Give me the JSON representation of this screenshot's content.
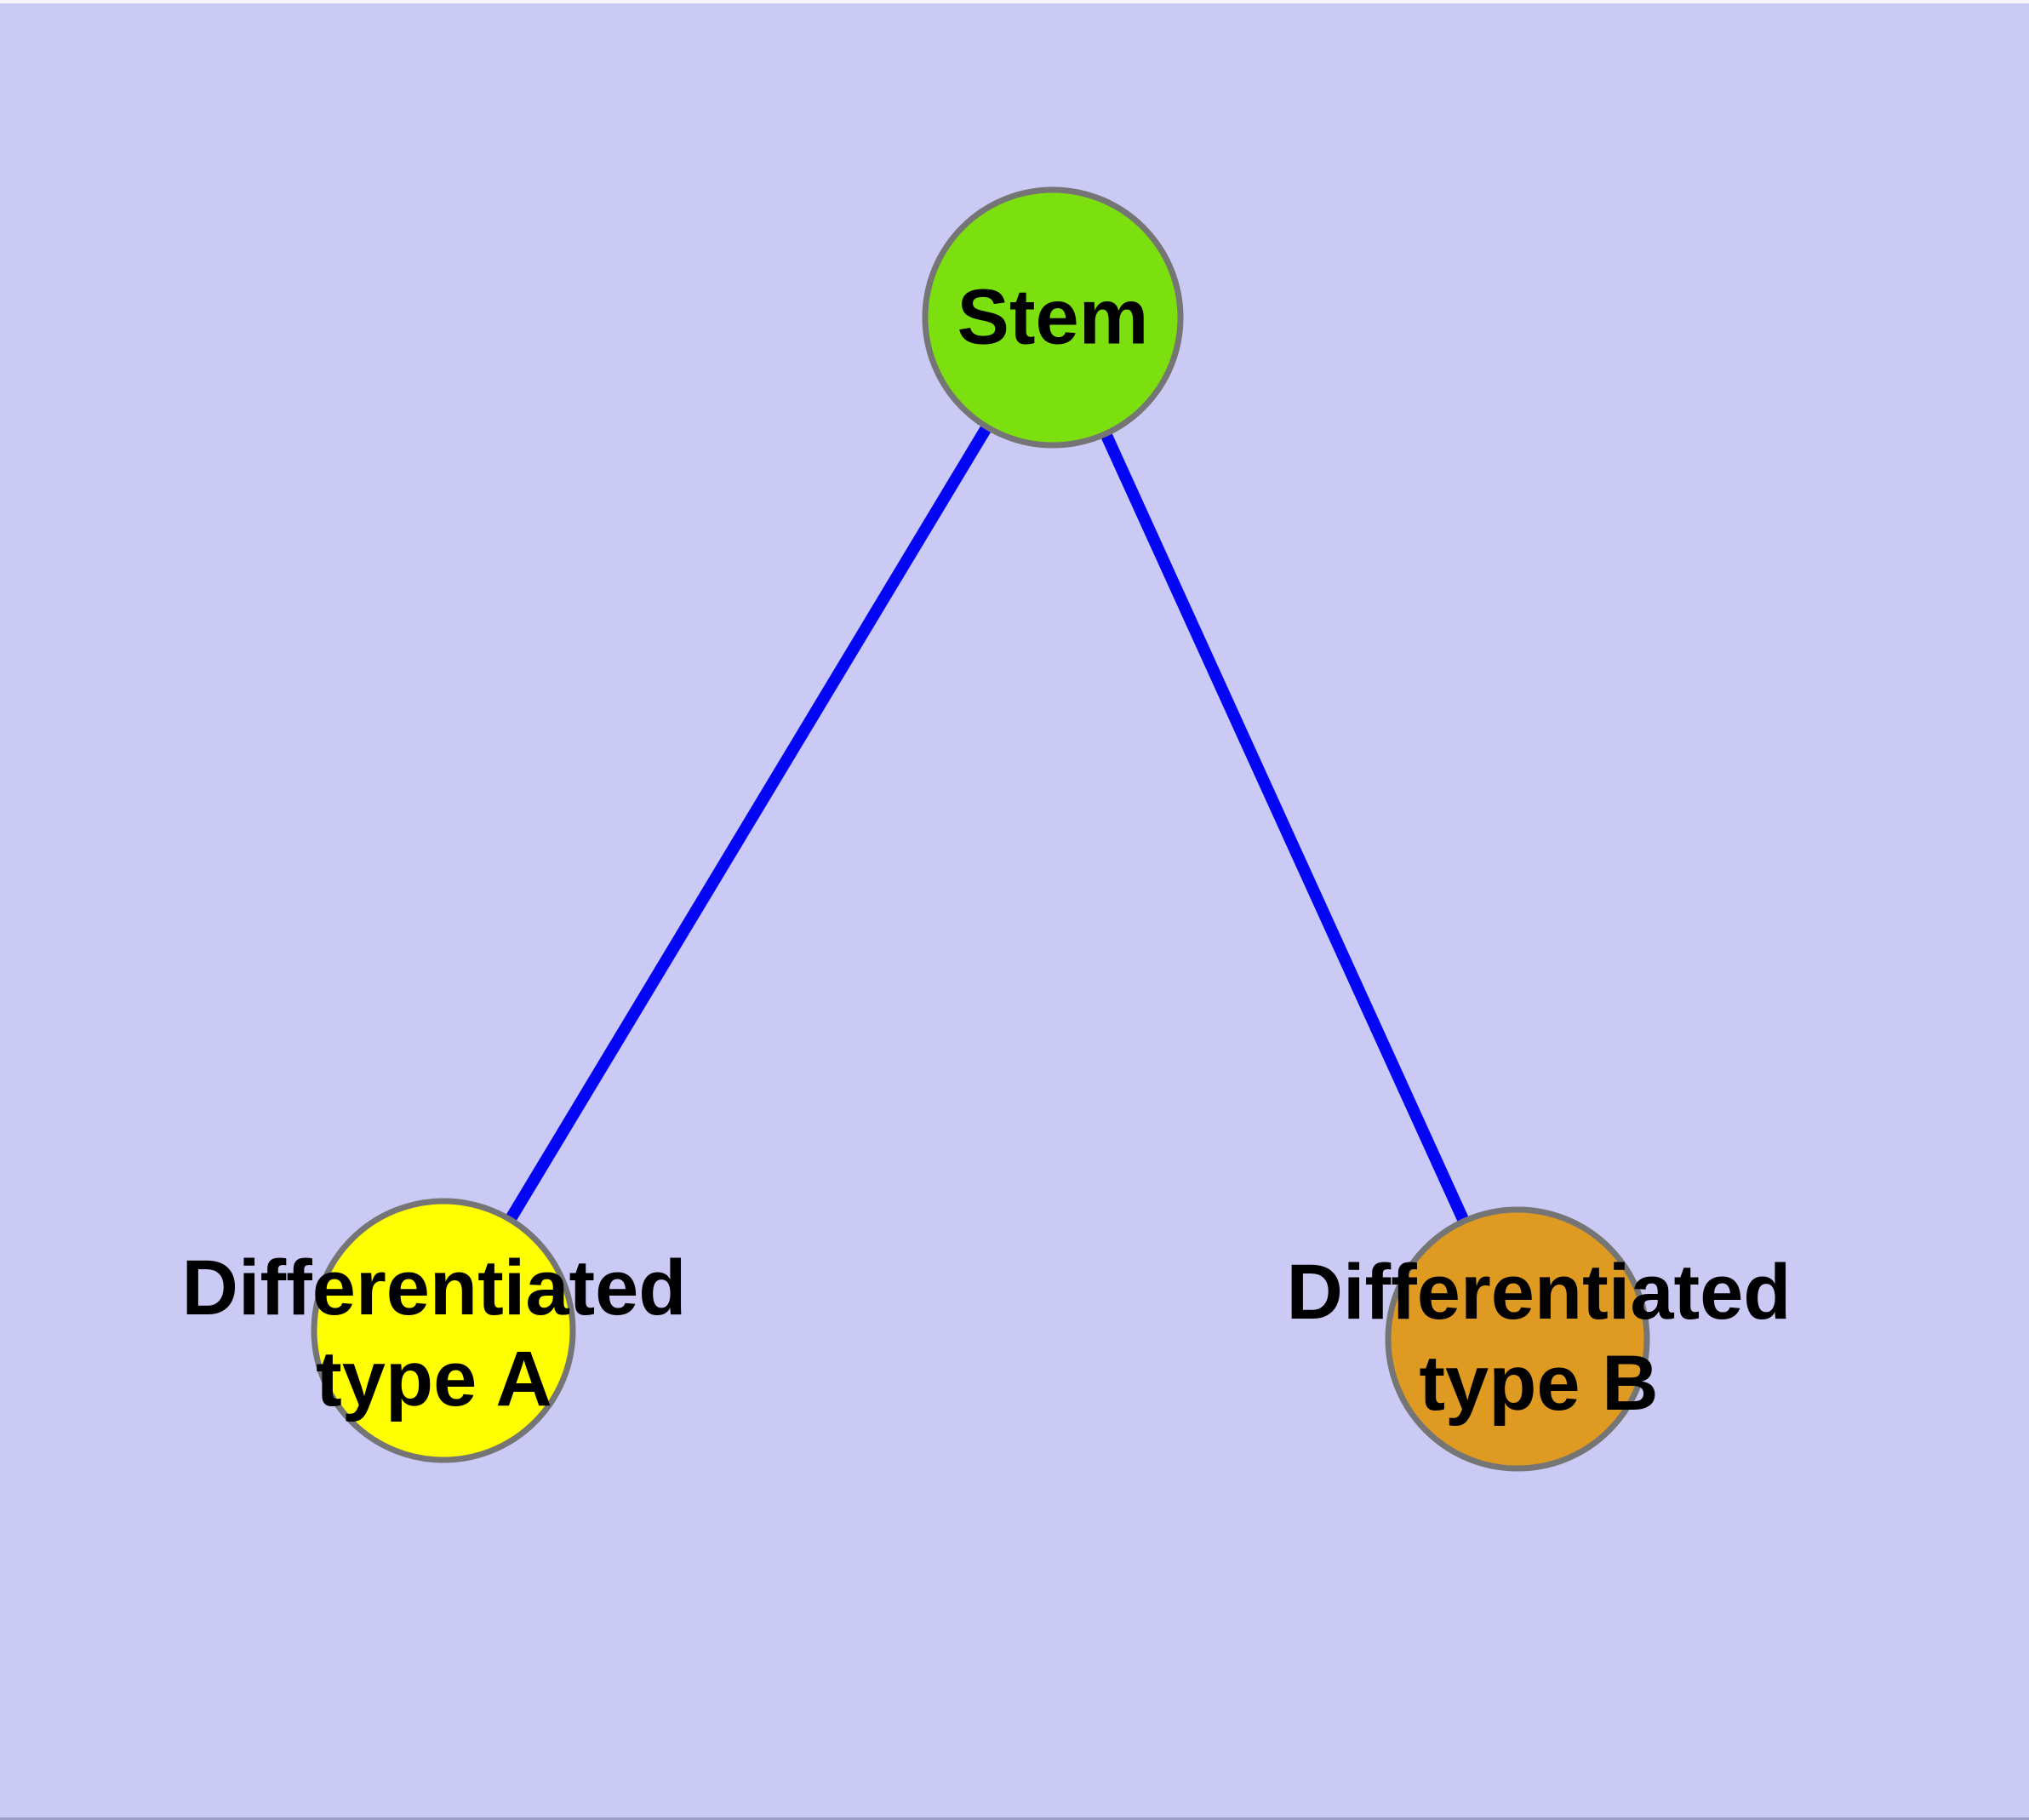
{
  "graph": {
    "background_color": "#cacaf5",
    "edge_color": "#0505f5",
    "node_border_color": "#757575",
    "label_color": "#000000",
    "nodes": {
      "stem": {
        "label": "Stem",
        "fill": "#7ce00e"
      },
      "typeA": {
        "label_line1": "Differentiated",
        "label_line2": "type A",
        "fill": "#ffff00"
      },
      "typeB": {
        "label_line1": "Differentiated",
        "label_line2": "type B",
        "fill": "#df9a22"
      }
    },
    "edges": [
      {
        "from": "Stem",
        "to": "Differentiated type A"
      },
      {
        "from": "Stem",
        "to": "Differentiated type B"
      }
    ]
  }
}
